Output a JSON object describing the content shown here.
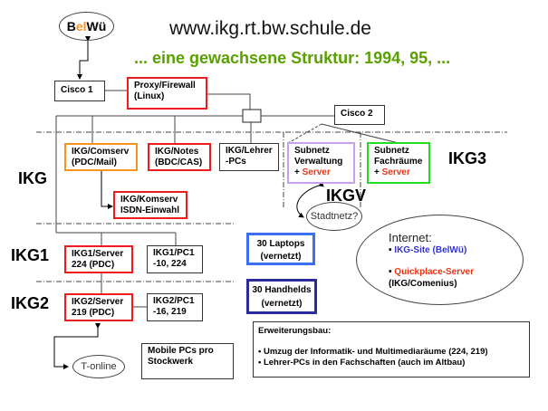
{
  "header": {
    "url": "www.ikg.rt.bw.schule.de",
    "subtitle": "... eine gewachsene Struktur: 1994, 95, ..."
  },
  "belwue": {
    "part1": "B",
    "part2": "el",
    "part3": "Wü"
  },
  "nodes": {
    "cisco1": "Cisco 1",
    "proxy": [
      "Proxy/Firewall",
      "(Linux)"
    ],
    "cisco2": "Cisco 2",
    "comserv": [
      "IKG/Comserv",
      "(PDC/Mail)"
    ],
    "notes": [
      "IKG/Notes",
      "(BDC/CAS)"
    ],
    "lehrer": [
      "IKG/Lehrer",
      "-PCs"
    ],
    "verwaltung": [
      "Subnetz",
      "Verwaltung",
      "+ ",
      "Server"
    ],
    "fachraeume": [
      "Subnetz",
      "Fachräume",
      "+ ",
      "Server"
    ],
    "komserv": [
      "IKG/Komserv",
      "ISDN-Einwahl"
    ],
    "stadtnetz": "Stadtnetz?",
    "ikg1_server": [
      "IKG1/Server",
      "224 (PDC)"
    ],
    "ikg1_pc": [
      "IKG1/PC1",
      "-10, 224"
    ],
    "ikg2_server": [
      "IKG2/Server",
      "219 (PDC)"
    ],
    "ikg2_pc": [
      "IKG2/PC1",
      "-16, 219"
    ],
    "tonline": "T-online",
    "mobile": [
      "Mobile PCs pro",
      "Stockwerk"
    ],
    "laptops": [
      "30 Laptops",
      "(vernetzt)"
    ],
    "handhelds": [
      "30 Handhelds",
      "(vernetzt)"
    ]
  },
  "zones": {
    "ikg": "IKG",
    "ikg1": "IKG1",
    "ikg2": "IKG2",
    "ikg3": "IKG3",
    "ikgv": "IKGV"
  },
  "internet": {
    "title": "Internet:",
    "item1": "IKG-Site (BelWü)",
    "item2": "Quickplace-Server",
    "item2_sub": "(IKG/Comenius)",
    "bullet": "•"
  },
  "erweiterung": {
    "title": "Erweiterungsbau:",
    "items": [
      "• Umzug der Informatik- und Multimediaräume (224, 219)",
      "• Lehrer-PCs in den Fachschaften (auch im Altbau)"
    ]
  },
  "colors": {
    "title_green": "#5aa000",
    "red": "#ee1c1c",
    "orange": "#f7931e",
    "purple": "#c9a0f0",
    "green": "#22dd22",
    "blue": "#3a6ff0",
    "navy": "#2b2b9a",
    "belwue_orange": "#f7931e"
  }
}
